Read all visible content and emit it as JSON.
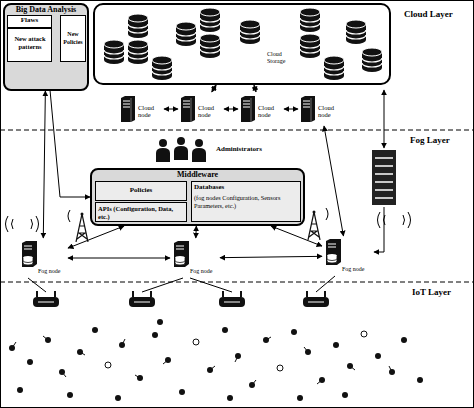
{
  "diagram": {
    "nodes": [
      {
        "text": [
          "Big Data Analysis"
        ]
      },
      {
        "text": [
          "Flaws"
        ],
        "in": 0
      },
      {
        "text": [
          "New attack patterns"
        ],
        "in": 0
      },
      {
        "text": [
          "New Policies"
        ],
        "in": 0
      },
      {
        "text": [
          "Cloud Storage"
        ]
      },
      {
        "text": [
          "Cloud node"
        ]
      },
      {
        "text": [
          "Cloud node"
        ]
      },
      {
        "text": [
          "Cloud node"
        ]
      },
      {
        "text": [
          "Cloud node"
        ]
      },
      {
        "text": [
          "Administrators"
        ]
      },
      {
        "text": [
          "Middleware"
        ]
      },
      {
        "text": [
          "Policies"
        ],
        "in": 10
      },
      {
        "text": [
          "Databases",
          "(fog nodes Configuration, Sensors Parameters, etc.)"
        ],
        "in": 10
      },
      {
        "text": [
          "APIs (Configuration, Data, etc.)"
        ],
        "in": 10
      },
      {
        "text": [
          "Fog node"
        ]
      },
      {
        "text": [
          "Fog node"
        ]
      },
      {
        "text": [
          "Fog node"
        ]
      }
    ],
    "edges": [
      {
        "from": 5,
        "to": 6,
        "arrow": "both"
      },
      {
        "from": 6,
        "to": 7,
        "arrow": "both"
      },
      {
        "from": 7,
        "to": 8,
        "arrow": "both"
      },
      {
        "from": 4,
        "to": 6,
        "arrow": "both"
      },
      {
        "from": 4,
        "to": 7,
        "arrow": "both"
      },
      {
        "from": 0,
        "to": 10,
        "arrow": "to"
      },
      {
        "from": 0,
        "to": 14,
        "arrow": "both"
      },
      {
        "from": 10,
        "to": 14,
        "arrow": "both"
      },
      {
        "from": 10,
        "to": 15,
        "arrow": "both"
      },
      {
        "from": 10,
        "to": 16,
        "arrow": "both"
      },
      {
        "from": 14,
        "to": 15,
        "arrow": "both"
      },
      {
        "from": 15,
        "to": 16,
        "arrow": "both"
      },
      {
        "from": 8,
        "to": 16,
        "arrow": "both"
      },
      {
        "from": 2,
        "to": 3,
        "arrow": "to"
      }
    ],
    "labels": [
      "Cloud Layer",
      "Fog Layer",
      "IoT Layer"
    ]
  }
}
